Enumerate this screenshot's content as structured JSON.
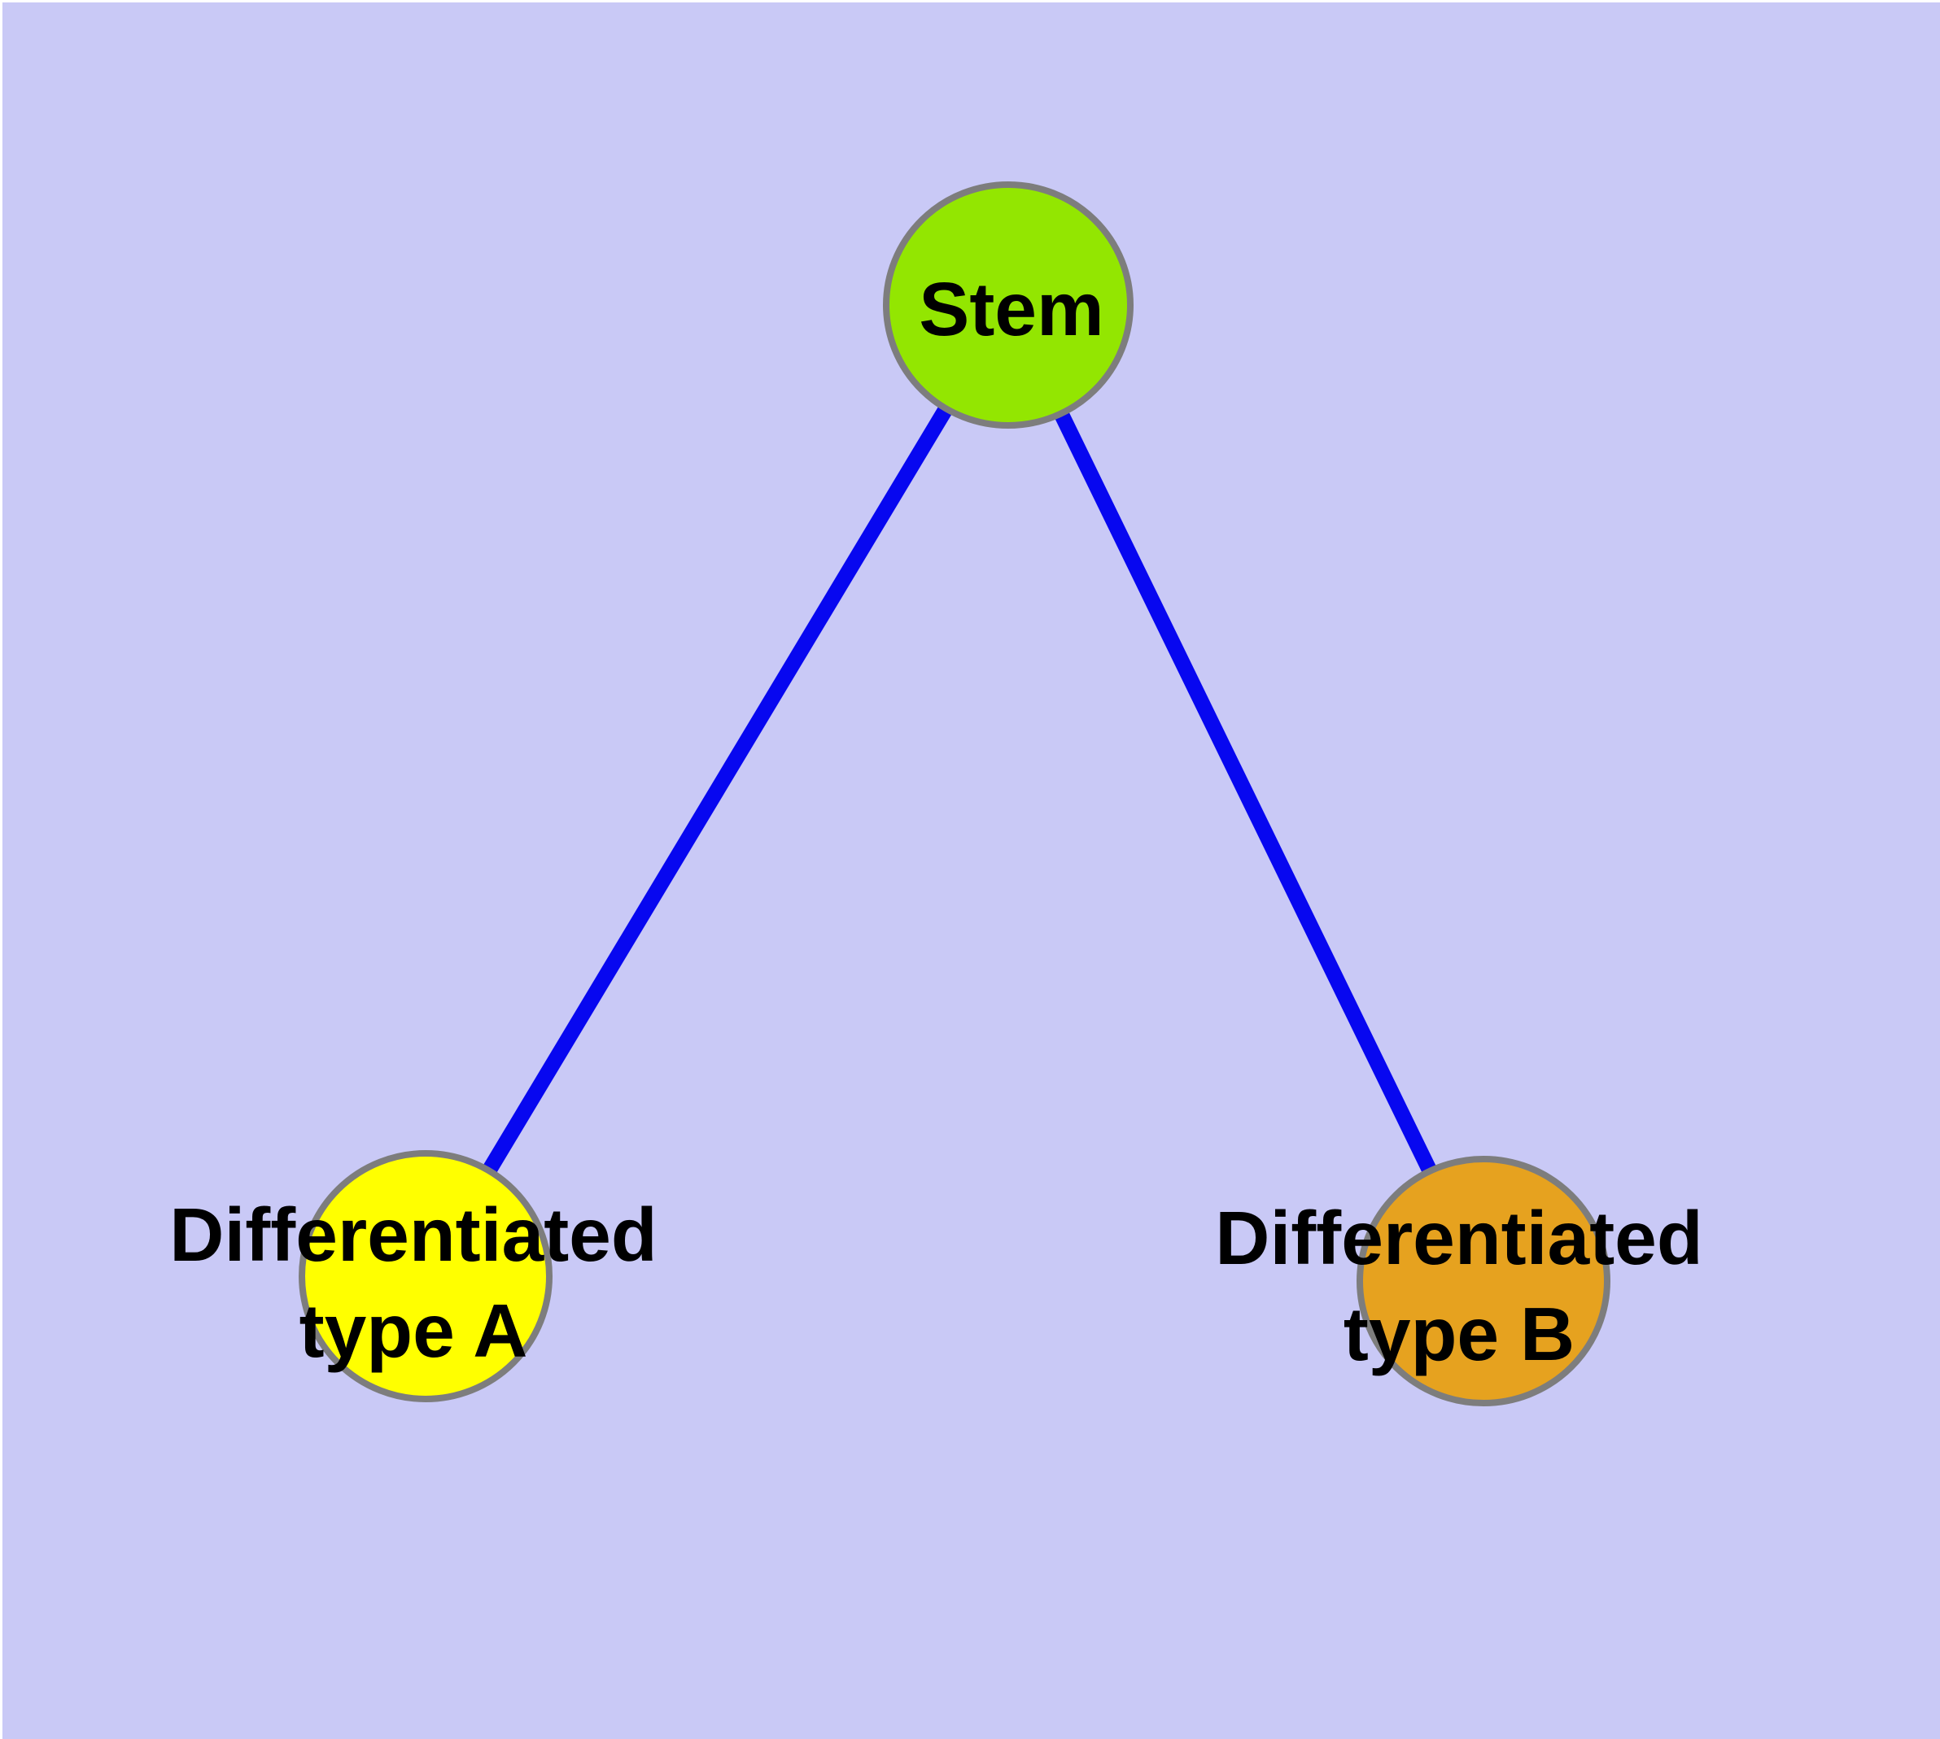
{
  "diagram": {
    "type": "graph",
    "description": "Cell differentiation graph: a stem node connected to two differentiated cell type nodes",
    "background_color": "#C9C9F6",
    "node_border_color": "#7D7D7D",
    "edge_color": "#0707F0",
    "label_color": "#000000",
    "nodes": [
      {
        "id": "stem",
        "label": "Stem",
        "color": "#93E601"
      },
      {
        "id": "diff_a",
        "label": "Differentiated\ntype A",
        "color": "#FFFF00"
      },
      {
        "id": "diff_b",
        "label": "Differentiated\ntype B",
        "color": "#E6A21F"
      }
    ],
    "edges": [
      {
        "from": "stem",
        "to": "diff_a"
      },
      {
        "from": "stem",
        "to": "diff_b"
      }
    ]
  }
}
